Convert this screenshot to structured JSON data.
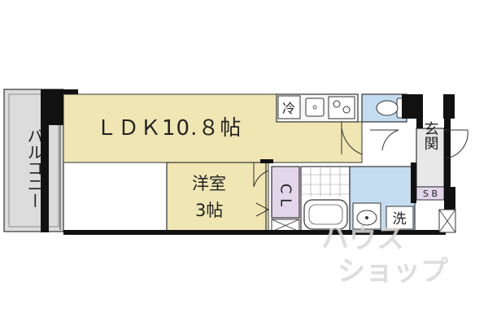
{
  "rooms": {
    "ldk": "ＬＤＫ10.８帖",
    "western_line1": "洋室",
    "western_line2": "3帖",
    "balcony": "バルコニー",
    "closet": "C L",
    "entrance": "玄関",
    "shoe_box": "S B",
    "fridge": "冷",
    "washer": "洗"
  },
  "watermark": {
    "line1": "ハウス",
    "line2": "ショップ"
  },
  "colors": {
    "ldk_fill": "#efe6b4",
    "wet_fill": "#c4dcef",
    "closet_fill": "#e3d6ea",
    "wall": "#111111",
    "balcony_fill": "#dcdcdc"
  }
}
